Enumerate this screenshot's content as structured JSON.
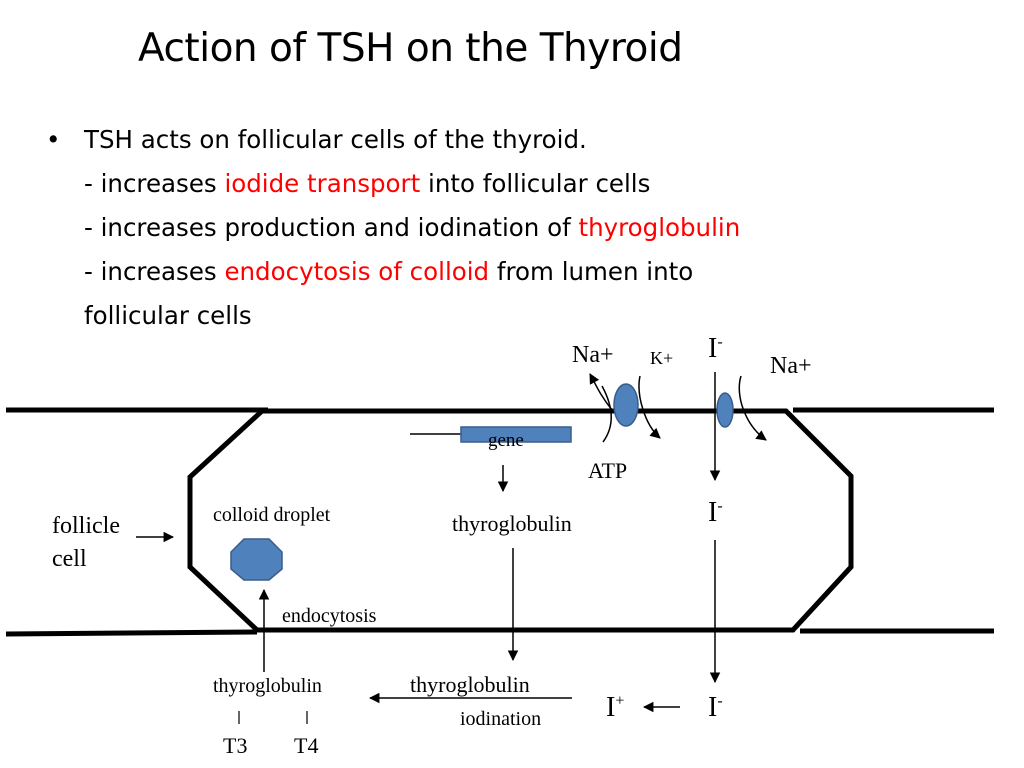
{
  "title": "Action of TSH on the Thyroid",
  "bullet": {
    "symbol": "•",
    "line1": "TSH acts on follicular cells of the thyroid.",
    "line2": {
      "pre": "- increases ",
      "red": "iodide transport",
      "post": " into follicular cells"
    },
    "line3": {
      "pre": "- increases production and iodination of ",
      "red": "thyroglobulin",
      "post": ""
    },
    "line4": {
      "pre": "- increases ",
      "red": "endocytosis of colloid",
      "post": " from lumen into"
    },
    "line5": "follicular cells"
  },
  "diagram": {
    "na_left": "Na+",
    "k_plus": "K+",
    "i_top": {
      "base": "I",
      "sup": "-"
    },
    "na_right": "Na+",
    "gene": "gene",
    "atp": "ATP",
    "i_middle": {
      "base": "I",
      "sup": "-"
    },
    "follicle_cell": [
      "follicle",
      "cell"
    ],
    "colloid_droplet": "colloid droplet",
    "thyroglobulin_cell": "thyroglobulin",
    "endocytosis": "endocytosis",
    "thyroglobulin_left": "thyroglobulin",
    "thyroglobulin_lumen": "thyroglobulin",
    "iodination": "iodination",
    "i_plus": {
      "base": "I",
      "sup": "+"
    },
    "i_bottom": {
      "base": "I",
      "sup": "-"
    },
    "t3": "T3",
    "t4": "T4"
  },
  "colors": {
    "accent_red": "#ff0000",
    "shape_fill": "#4f81bd",
    "shape_stroke": "#385d8a"
  }
}
